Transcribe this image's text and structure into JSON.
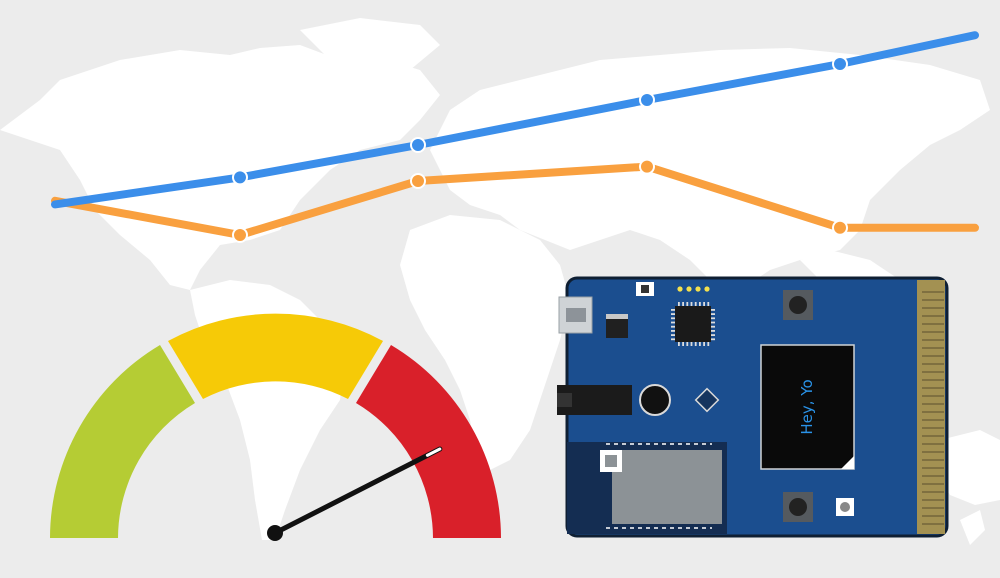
{
  "colors": {
    "background": "#ececec",
    "map_land": "#ffffff",
    "line_blue": "#3b8eea",
    "line_orange": "#f9a03f",
    "gauge_green": "#b5cc34",
    "gauge_yellow": "#f6ca07",
    "gauge_red": "#d9202a",
    "board_blue": "#1b4e8f",
    "board_edge": "#0f1f33",
    "gold_pads": "#a39152",
    "oled_text": "#2a93e8"
  },
  "lines": {
    "blue": [
      0.05,
      0.2,
      0.38,
      0.63,
      0.83,
      0.99
    ],
    "orange": [
      0.07,
      -0.12,
      0.18,
      0.26,
      -0.08,
      -0.08
    ]
  },
  "gauge": {
    "segments": [
      "green",
      "yellow",
      "red"
    ],
    "needle_fraction": 0.85
  },
  "board": {
    "oled_text": "Hey, Yo",
    "led_count": 4,
    "icons": [
      "usb-port-icon",
      "dc-jack-icon",
      "chip-icon",
      "button-icon",
      "wifi-module-icon"
    ]
  }
}
